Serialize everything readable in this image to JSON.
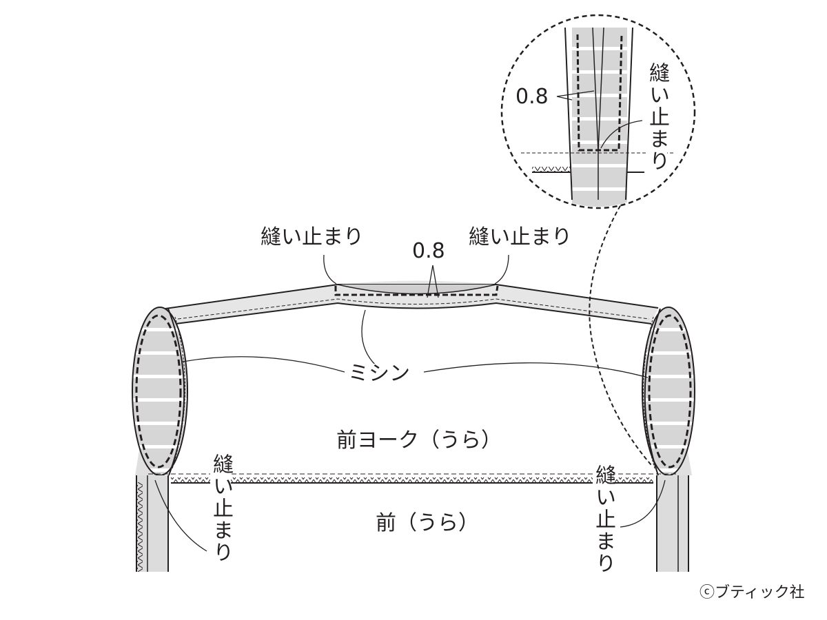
{
  "labels": {
    "stop_point": "縫い止まり",
    "seam_allowance": "0.8",
    "machine_stitch": "ミシン",
    "front_yoke": "前ヨーク（うら）",
    "front": "前（うら）"
  },
  "inset": {
    "seam_allowance": "0.8",
    "stop_point": "縫い止まり"
  },
  "copyright": "ⓒブティック社",
  "colors": {
    "line": "#231f20",
    "fill": "#d9d9d9"
  }
}
